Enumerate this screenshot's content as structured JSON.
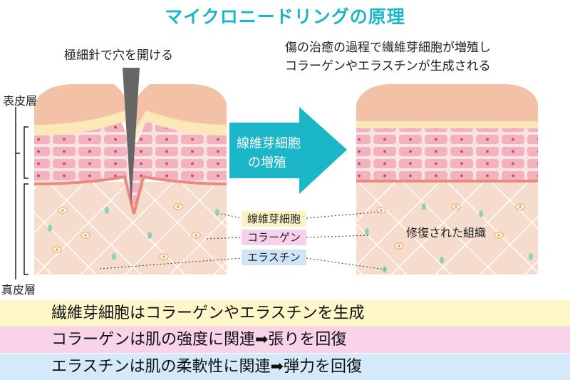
{
  "title": "マイクロニードリングの原理",
  "needle_label": "極細針で穴を開ける",
  "process_note": {
    "line1": "傷の治癒の過程で繊維芽細胞が増殖し",
    "line2": "コラーゲンやエラスチンが生成される"
  },
  "layers": {
    "epidermis": "表皮層",
    "dermis": "真皮層"
  },
  "arrow": {
    "line1": "線維芽細胞",
    "line2": "の増殖"
  },
  "legend": {
    "fibroblast": "線維芽細胞",
    "collagen": "コラーゲン",
    "elastin": "エラスチン"
  },
  "repaired_label": "修復された組織",
  "summary": [
    "繊維芽細胞はコラーゲンやエラスチンを生成",
    "コラーゲンは肌の強度に関連➡張りを回復",
    "エラスチンは肌の柔軟性に関連➡弾力を回復"
  ],
  "colors": {
    "title": "#1bb6c8",
    "arrow": "#1bb6c8",
    "bar_fibroblast": "#fff6c9",
    "bar_collagen": "#f9d3ea",
    "bar_elastin": "#d4e9f9"
  }
}
